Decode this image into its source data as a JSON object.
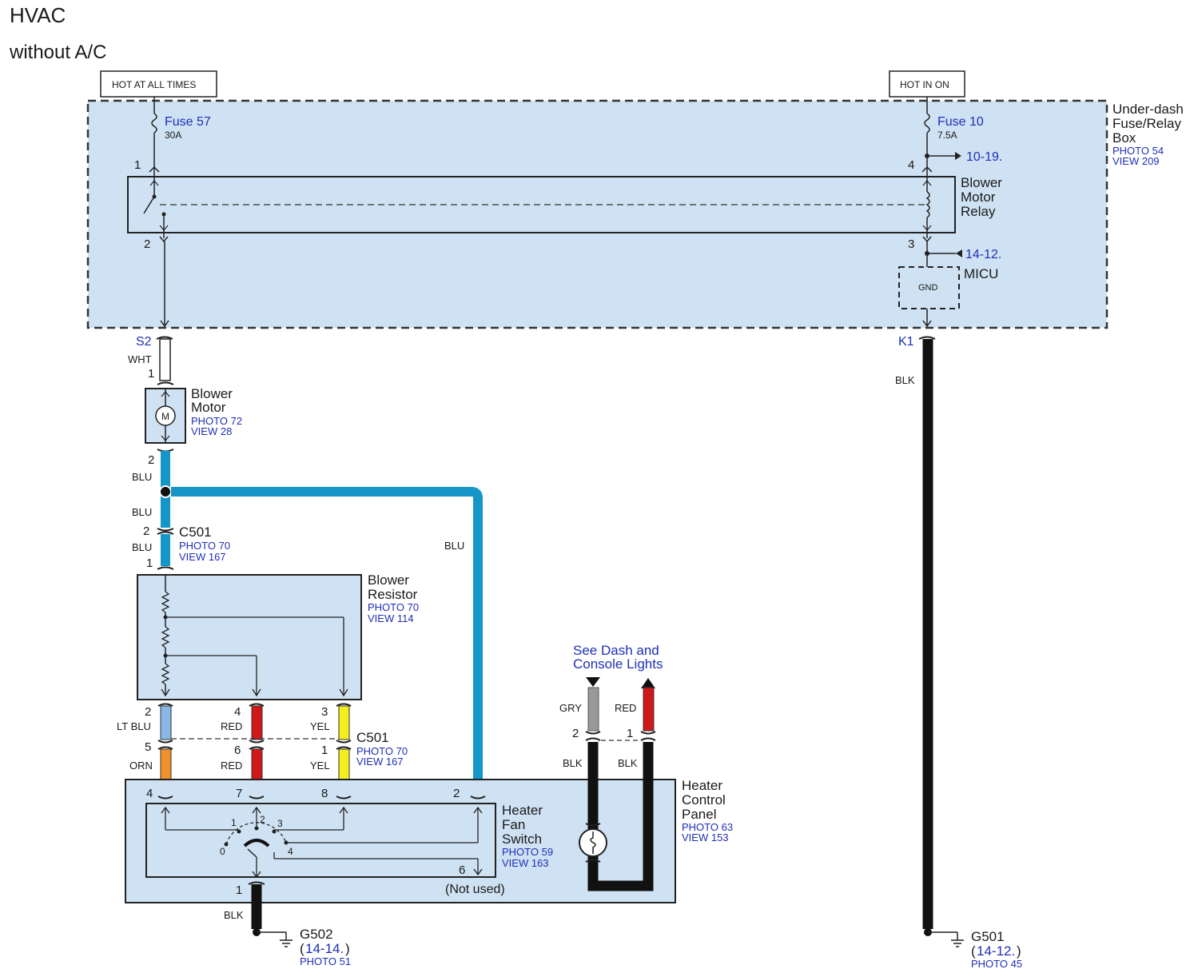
{
  "header": {
    "title": "HVAC",
    "subtitle": "without A/C"
  },
  "sources": {
    "hot_all_times": "HOT AT ALL TIMES",
    "hot_in_on": "HOT IN ON"
  },
  "fuse_box": {
    "name_line1": "Under-dash",
    "name_line2": "Fuse/Relay",
    "name_line3": "Box",
    "photo": "PHOTO 54",
    "view": "VIEW 209",
    "fuse57": {
      "label": "Fuse 57",
      "rating": "30A"
    },
    "fuse10": {
      "label": "Fuse 10",
      "rating": "7.5A"
    },
    "ref_1019": "10-19.",
    "ref_1412": "14-12.",
    "relay": {
      "line1": "Blower",
      "line2": "Motor",
      "line3": "Relay"
    },
    "pins": {
      "p1": "1",
      "p2": "2",
      "p3": "3",
      "p4": "4"
    },
    "micu": {
      "name": "MICU",
      "gnd": "GND"
    }
  },
  "connectors": {
    "s2": "S2",
    "k1": "K1",
    "c501_a": "C501",
    "c501_b": "C501"
  },
  "blower_motor": {
    "line1": "Blower",
    "line2": "Motor",
    "photo": "PHOTO 72",
    "view": "VIEW 28",
    "symbol": "M",
    "pin1": "1",
    "pin2": "2"
  },
  "blower_resistor": {
    "line1": "Blower",
    "line2": "Resistor",
    "photo": "PHOTO 70",
    "view": "VIEW 114"
  },
  "c501_photo": {
    "a_photo": "PHOTO 70",
    "a_view": "VIEW 167",
    "b_photo": "PHOTO 70",
    "b_view": "VIEW 167",
    "a_pin2": "2",
    "a_pin1": "1"
  },
  "wires": {
    "wht": "WHT",
    "blu1": "BLU",
    "blu2": "BLU",
    "blu3": "BLU",
    "blu4": "BLU",
    "blk_k1": "BLK",
    "lt_blu": "LT BLU",
    "red4": "RED",
    "yel3": "YEL",
    "orn": "ORN",
    "red6": "RED",
    "yel1": "YEL",
    "gry": "GRY",
    "red_top": "RED",
    "blk2": "BLK",
    "blk1": "BLK",
    "blk_g502": "BLK"
  },
  "resistor_pins": {
    "p2": "2",
    "p4": "4",
    "p3": "3",
    "p5": "5",
    "p6": "6",
    "p1": "1"
  },
  "dash_ref": {
    "line1": "See Dash and",
    "line2": "Console Lights",
    "pin2": "2",
    "pin1": "1"
  },
  "heater_control_panel": {
    "line1": "Heater",
    "line2": "Control",
    "line3": "Panel",
    "photo": "PHOTO 63",
    "view": "VIEW 153"
  },
  "heater_fan_switch": {
    "line1": "Heater",
    "line2": "Fan",
    "line3": "Switch",
    "photo": "PHOTO 59",
    "view": "VIEW 163",
    "pins": {
      "p4": "4",
      "p7": "7",
      "p8": "8",
      "p2": "2",
      "p6": "6",
      "p1": "1"
    },
    "positions": {
      "s0": "0",
      "s1": "1",
      "s2": "2",
      "s3": "3",
      "s4": "4"
    },
    "not_used": "(Not used)"
  },
  "grounds": {
    "g502": {
      "name": "G502",
      "open": "(",
      "ref": "14-14.",
      "close": ")",
      "photo": "PHOTO 51"
    },
    "g501": {
      "name": "G501",
      "open": "(",
      "ref": "14-12.",
      "close": ")",
      "photo": "PHOTO 45"
    }
  },
  "colors": {
    "box_fill": "#cfe2f3",
    "wire_blu": "#1496c8",
    "wire_lt_blu": "#8ab8e6",
    "wire_red": "#d01818",
    "wire_yel": "#f4ee1c",
    "wire_orn": "#f0922a",
    "wire_gry": "#999999",
    "wire_blk": "#111111",
    "ref_text": "#1f2fb8"
  }
}
